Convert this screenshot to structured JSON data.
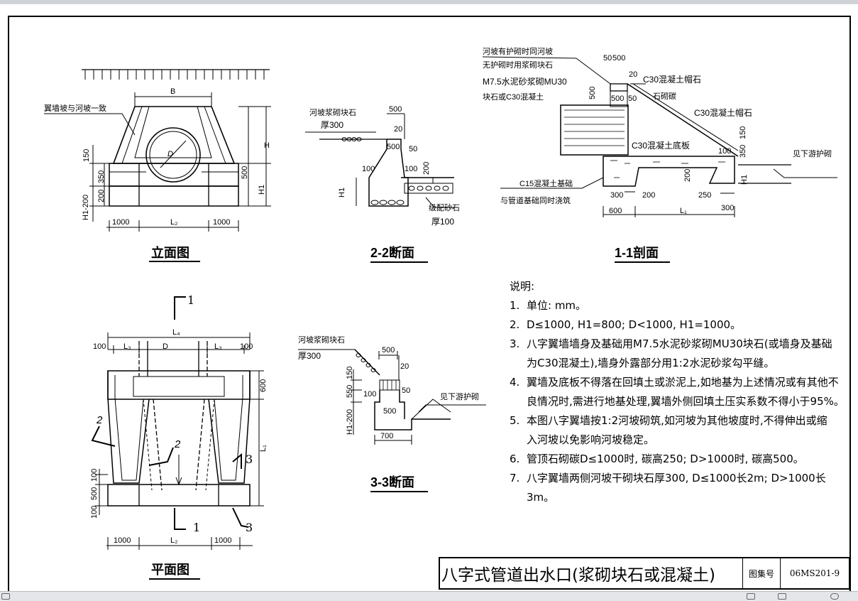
{
  "drawing": {
    "elevation": {
      "title": "立面图",
      "label_wing": "翼墙坡与河坡一致",
      "label_B": "B",
      "label_D": "D",
      "label_H": "H",
      "label_H1": "H1",
      "dim_150": "150",
      "dim_350": "350",
      "dim_200": "200",
      "dim_H1_200": "H1-200",
      "dim_500": "500",
      "dim_1000_left": "1000",
      "dim_L2": "L₂",
      "dim_1000_right": "1000"
    },
    "section22": {
      "title": "2-2断面",
      "label_stone1": "河坡浆砌块石",
      "label_stone2": "厚300",
      "dim_500": "500",
      "dim_20": "20",
      "dim_500b": "500",
      "dim_50": "50",
      "dim_100a": "100",
      "dim_100b": "100",
      "dim_200": "200",
      "dim_H1": "H1",
      "label_gravel1": "级配砂石",
      "label_gravel2": "厚100"
    },
    "section11": {
      "title": "1-1剖面",
      "label_a1": "河坡有护砌时同河坡",
      "label_a2": "无护砌时用浆砌块石",
      "label_a3": "M7.5水泥砂浆砌MU30",
      "label_a4": "块石或C30混凝土",
      "dim_50": "50",
      "dim_500": "500",
      "dim_20": "20",
      "label_cap1": "C30混凝土帽石",
      "label_stone": "石砌碳",
      "dim_500v": "500",
      "dim_500h": "500",
      "dim_50b": "50",
      "label_cap2": "C30混凝土帽石",
      "dim_150": "150",
      "dim_350": "350",
      "dim_100": "100",
      "label_slab": "C30混凝土底板",
      "label_downstream": "见下游护砌",
      "label_base1": "C15混凝土基础",
      "label_base2": "与管道基础同时浇筑",
      "dim_200": "200",
      "dim_300": "300",
      "dim_200b": "200",
      "dim_250": "250",
      "dim_300b": "300",
      "dim_H1": "H1",
      "dim_600": "600",
      "dim_L1": "L₁"
    },
    "plan": {
      "title": "平面图",
      "cut1_top": "1",
      "cut1_bottom": "1",
      "cut2_left": "2",
      "cut2_mid": "2",
      "cut3_top": "3",
      "cut3_bottom": "3",
      "dim_L4": "L₄",
      "dim_100_left": "100",
      "dim_L3_left": "L₃",
      "dim_D": "D",
      "dim_L3_right": "L₃",
      "dim_100_right": "100",
      "dim_600": "600",
      "dim_L1": "L₁",
      "dim_100a": "100",
      "dim_500": "500",
      "dim_100b": "100",
      "dim_1000_left": "1000",
      "dim_L2": "L₂",
      "dim_1000_right": "1000"
    },
    "section33": {
      "title": "3-3断面",
      "label_stone1": "河坡浆砌块石",
      "label_stone2": "厚300",
      "dim_500": "500",
      "dim_20": "20",
      "dim_150": "150",
      "dim_550": "550",
      "dim_H1_200": "H1-200",
      "dim_100": "100",
      "dim_50": "50",
      "dim_500b": "500",
      "dim_700": "700",
      "label_downstream": "见下游护砌"
    }
  },
  "notes": {
    "heading": "说明:",
    "items": [
      {
        "num": "1.",
        "lines": [
          "单位: mm。"
        ]
      },
      {
        "num": "2.",
        "lines": [
          "D≤1000, H1=800; D<1000, H1=1000。"
        ]
      },
      {
        "num": "3.",
        "lines": [
          "八字翼墙墙身及基础用M7.5水泥砂浆砌MU30块石(或墙身及基础",
          "为C30混凝土),墙身外露部分用1:2水泥砂浆勾平缝。"
        ]
      },
      {
        "num": "4.",
        "lines": [
          "翼墙及底板不得落在回填土或淤泥上,如地基为上述情况或有其他不",
          "良情况时,需进行地基处理,翼墙外侧回填土压实系数不得小于95%。"
        ]
      },
      {
        "num": "5.",
        "lines": [
          "本图八字翼墙按1:2河坡砌筑,如河坡为其他坡度时,不得伸出或缩",
          "入河坡以免影响河坡稳定。"
        ]
      },
      {
        "num": "6.",
        "lines": [
          "管顶石砌碳D≤1000时, 碳高250; D>1000时, 碳高500。"
        ]
      },
      {
        "num": "7.",
        "lines": [
          "八字翼墙两侧河坡干砌块石厚300, D≤1000长2m; D>1000长",
          "3m。"
        ]
      }
    ]
  },
  "titleblock": {
    "title": "八字式管道出水口(浆砌块石或混凝土)",
    "atlas_label": "图集号",
    "atlas_number": "06MS201-9"
  },
  "colors": {
    "ink": "#000000",
    "paper": "#ffffff",
    "frame": "#cfd3d8"
  }
}
